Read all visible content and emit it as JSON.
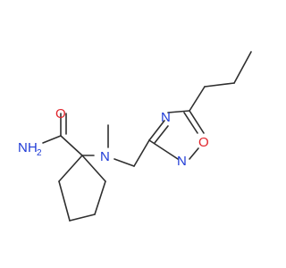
{
  "colors": {
    "bond": "#2f2f2f",
    "nitrogen": "#1f3bd6",
    "oxygen": "#e0242b",
    "background": "#ffffff"
  },
  "labels": {
    "amide_n": "N",
    "amide_h2_h": "H",
    "amide_h2_sub": "2",
    "carbonyl_o": "O",
    "tertiary_n": "N",
    "oxadiazole_n4": "N",
    "oxadiazole_o1": "O",
    "oxadiazole_n2": "N"
  }
}
